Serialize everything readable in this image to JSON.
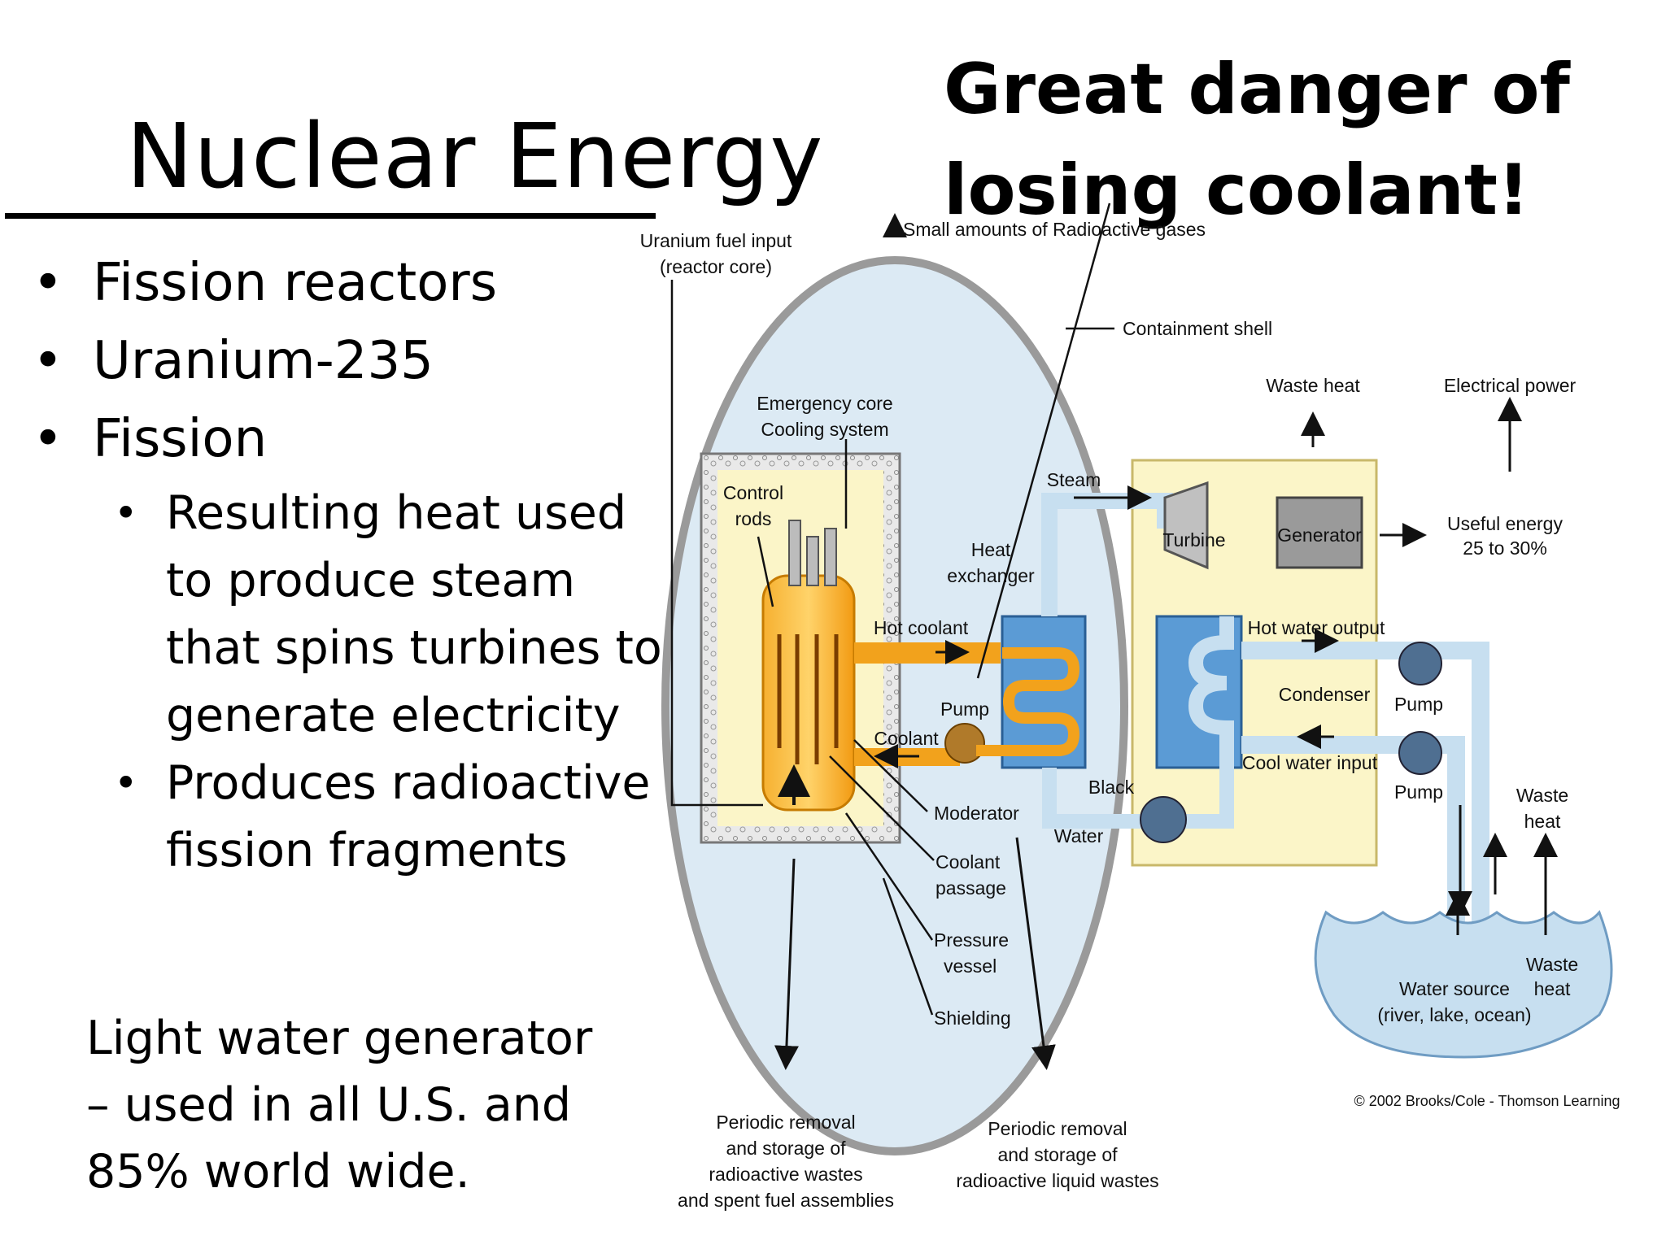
{
  "title": "Nuclear Energy",
  "callout": {
    "line1": "Great danger of",
    "line2": "losing coolant!"
  },
  "bullets": [
    "Fission reactors",
    "Uranium-235",
    "Fission"
  ],
  "sub_bullets": [
    {
      "lines": [
        "Resulting heat used",
        "to produce steam",
        "that spins turbines to",
        "generate electricity"
      ]
    },
    {
      "lines": [
        "Produces radioactive",
        "fission fragments"
      ]
    }
  ],
  "note": {
    "lines": [
      "Light water generator",
      "– used in all U.S. and",
      "85% world wide."
    ]
  },
  "diagram": {
    "uranium_input": [
      "Uranium fuel input",
      "(reactor core)"
    ],
    "radioactive_gases": "Small amounts of Radioactive gases",
    "containment_shell": "Containment shell",
    "waste_heat_top": "Waste heat",
    "electrical_power": "Electrical power",
    "emergency": [
      "Emergency core",
      "Cooling system"
    ],
    "control_rods": [
      "Control",
      "rods"
    ],
    "steam": "Steam",
    "heat_exchanger": [
      "Heat",
      "exchanger"
    ],
    "turbine": "Turbine",
    "generator": "Generator",
    "useful_energy": [
      "Useful energy",
      "25 to 30%"
    ],
    "hot_coolant": "Hot coolant",
    "hot_water_output": "Hot water output",
    "condenser": "Condenser",
    "pump1": "Pump",
    "pump2": "Pump",
    "pump3": "Pump",
    "coolant": "Coolant",
    "cool_water_input": "Cool water input",
    "black": "Black",
    "water": "Water",
    "moderator": "Moderator",
    "coolant_passage": [
      "Coolant",
      "passage"
    ],
    "pressure_vessel": [
      "Pressure",
      "vessel"
    ],
    "shielding": "Shielding",
    "waste_heat_right": [
      "Waste",
      "heat"
    ],
    "waste_heat_lake": [
      "Waste",
      "heat"
    ],
    "water_source": [
      "Water source",
      "(river, lake, ocean)"
    ],
    "copyright": "© 2002 Brooks/Cole - Thomson Learning",
    "removal_solid": [
      "Periodic removal",
      "and storage of",
      "radioactive wastes",
      "and spent fuel assemblies"
    ],
    "removal_liquid": [
      "Periodic removal",
      "and storage of",
      "radioactive liquid wastes"
    ]
  },
  "colors": {
    "containment": "#d7e8f3",
    "shield_box": "#fbf5c8",
    "core": "#f0a020",
    "pipe": "#c7dff0",
    "hx": "#5b9bd5"
  }
}
